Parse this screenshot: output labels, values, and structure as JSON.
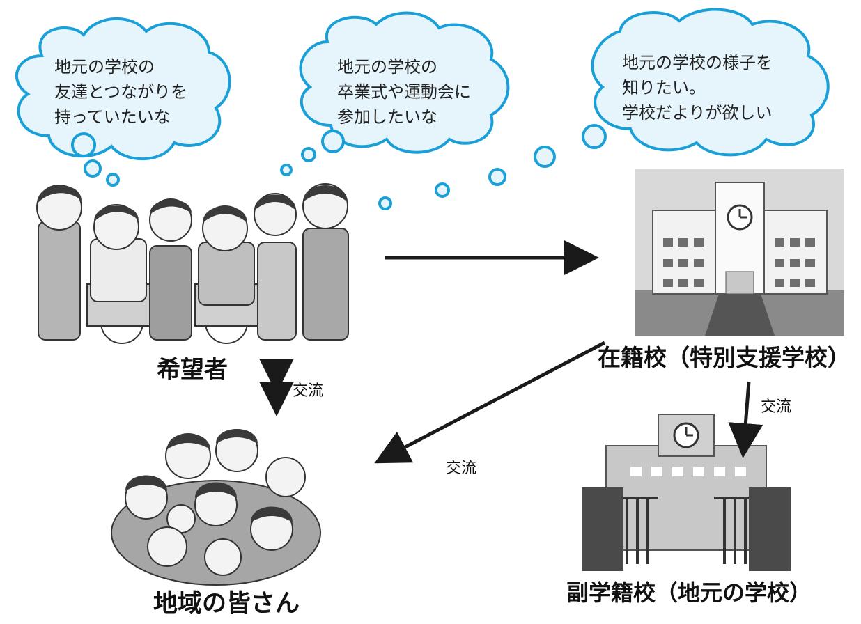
{
  "bubbles": [
    {
      "lines": [
        "地元の学校の",
        "友達とつながりを",
        "持っていたいな"
      ]
    },
    {
      "lines": [
        "地元の学校の",
        "卒業式や運動会に",
        "参加したいな"
      ]
    },
    {
      "lines": [
        "地元の学校の様子を",
        "知りたい。",
        "学校だよりが欲しい"
      ]
    }
  ],
  "nodes": {
    "applicants": "希望者",
    "enrolled_school": "在籍校（特別支援学校）",
    "community": "地域の皆さん",
    "sub_school": "副学籍校（地元の学校）"
  },
  "edges": {
    "applicants_community": "交流",
    "enrolled_sub": "交流",
    "enrolled_community": "交流"
  },
  "colors": {
    "bubble_fill": "#e6f4fb",
    "bubble_stroke": "#1aa0d8",
    "arrow": "#1a1a1a",
    "illustration_gray": "#9a9a9a"
  }
}
